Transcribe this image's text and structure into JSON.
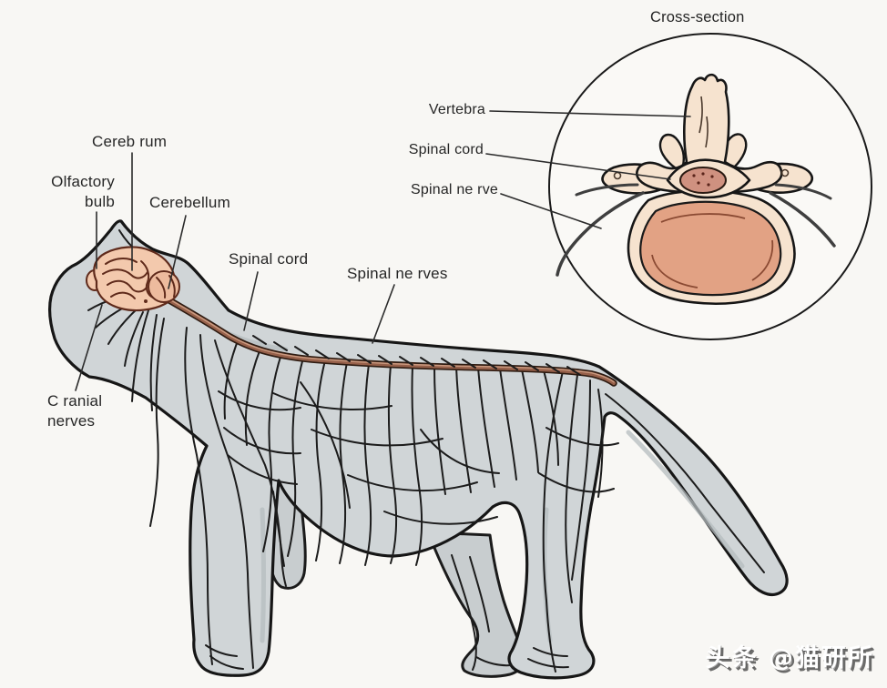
{
  "diagram": {
    "cross_section_title": "Cross-section",
    "watermark": "头条 @猫研所",
    "cat_labels": {
      "cerebrum": "Cereb rum",
      "olfactory_bulb": "Olfactory\nbulb",
      "cerebellum": "Cerebellum",
      "spinal_cord": "Spinal cord",
      "spinal_nerves": "Spinal ne rves",
      "cranial_nerves": "C ranial\nnerves"
    },
    "cross_section_labels": {
      "vertebra": "Vertebra",
      "spinal_cord": "Spinal cord",
      "spinal_nerve": "Spinal ne rve"
    },
    "colors": {
      "background": "#f8f7f4",
      "cat_body_gray": "#d0d5d7",
      "far_leg_gray": "#c8cdcf",
      "outline_black": "#1b1b1b",
      "brain_peach": "#f3c9ad",
      "brain_line_brown": "#5f2a1b",
      "spinal_cord_brown": "#96604a",
      "bone_peach": "#f6e3cf",
      "vertebral_body_salmon": "#e2a284",
      "cs_spinal_cord_pink": "#cf9180",
      "label_text": "#262626",
      "watermark_text": "#ffffff"
    }
  }
}
